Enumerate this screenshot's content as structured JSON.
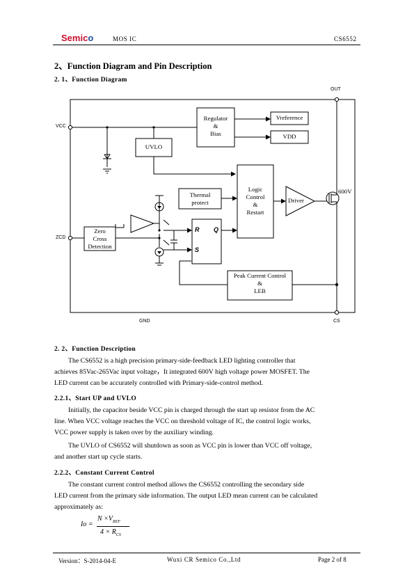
{
  "header": {
    "logo": "Semico",
    "category": "MOS IC",
    "part": "CS6552"
  },
  "section": {
    "title": "2、Function Diagram and Pin Description",
    "sub1": "2. 1、Function Diagram"
  },
  "diagram": {
    "pins": {
      "out": "OUT",
      "vcc": "VCC",
      "zcd": "ZCD",
      "gnd": "GND",
      "cs": "CS"
    },
    "blocks": {
      "regulator": [
        "Regulator",
        "&",
        "Bias"
      ],
      "vref": "Vreference",
      "vdd": "VDD",
      "uvlo": "UVLO",
      "logic": [
        "Logic",
        "Control",
        "&",
        "Restart"
      ],
      "thermal": [
        "Thermal",
        "protect"
      ],
      "driver": "Driver",
      "mosfet_label": "600V",
      "zero_cross": [
        "Zero",
        "Cross",
        "Detection"
      ],
      "latch_r": "R",
      "latch_s": "S",
      "latch_q": "Q",
      "peak": [
        "Peak Current Control",
        "&",
        "LEB"
      ]
    }
  },
  "desc": {
    "title": "2. 2、Function Description",
    "intro": [
      "The CS6552 is a high precision primary-side-feedback LED lighting controller that",
      "achieves 85Vac-265Vac input voltage，It integrated 600V high voltage power MOSFET. The",
      "LED current can be accurately controlled with Primary-side-control method."
    ],
    "sub221": "2.2.1、Start UP and UVLO",
    "p221a": [
      "Initially, the capacitor beside VCC pin is charged through the start up resistor from the AC",
      "line. When VCC voltage reaches the VCC on threshold voltage of IC, the control logic works,",
      "VCC power supply is taken over by the auxiliary winding."
    ],
    "p221b": [
      "The UVLO of CS6552 will shutdown as soon as VCC pin is lower than VCC off voltage,",
      "and another start up cycle starts."
    ],
    "sub222": "2.2.2、Constant Current Control",
    "p222": [
      "The constant current control method allows the CS6552 controlling the secondary side",
      "LED current from the primary side information. The output LED mean current can be calculated",
      "approximately as:"
    ],
    "formula": {
      "lhs": "Io =",
      "num": "N ×V",
      "num_sub": "REF",
      "den": "4 × R",
      "den_sub": "CS"
    }
  },
  "footer": {
    "version": "Version：S-2014-04-E",
    "company": "Wuxi CR Semico Co.,Ltd",
    "page": "Page 2 of 8"
  }
}
